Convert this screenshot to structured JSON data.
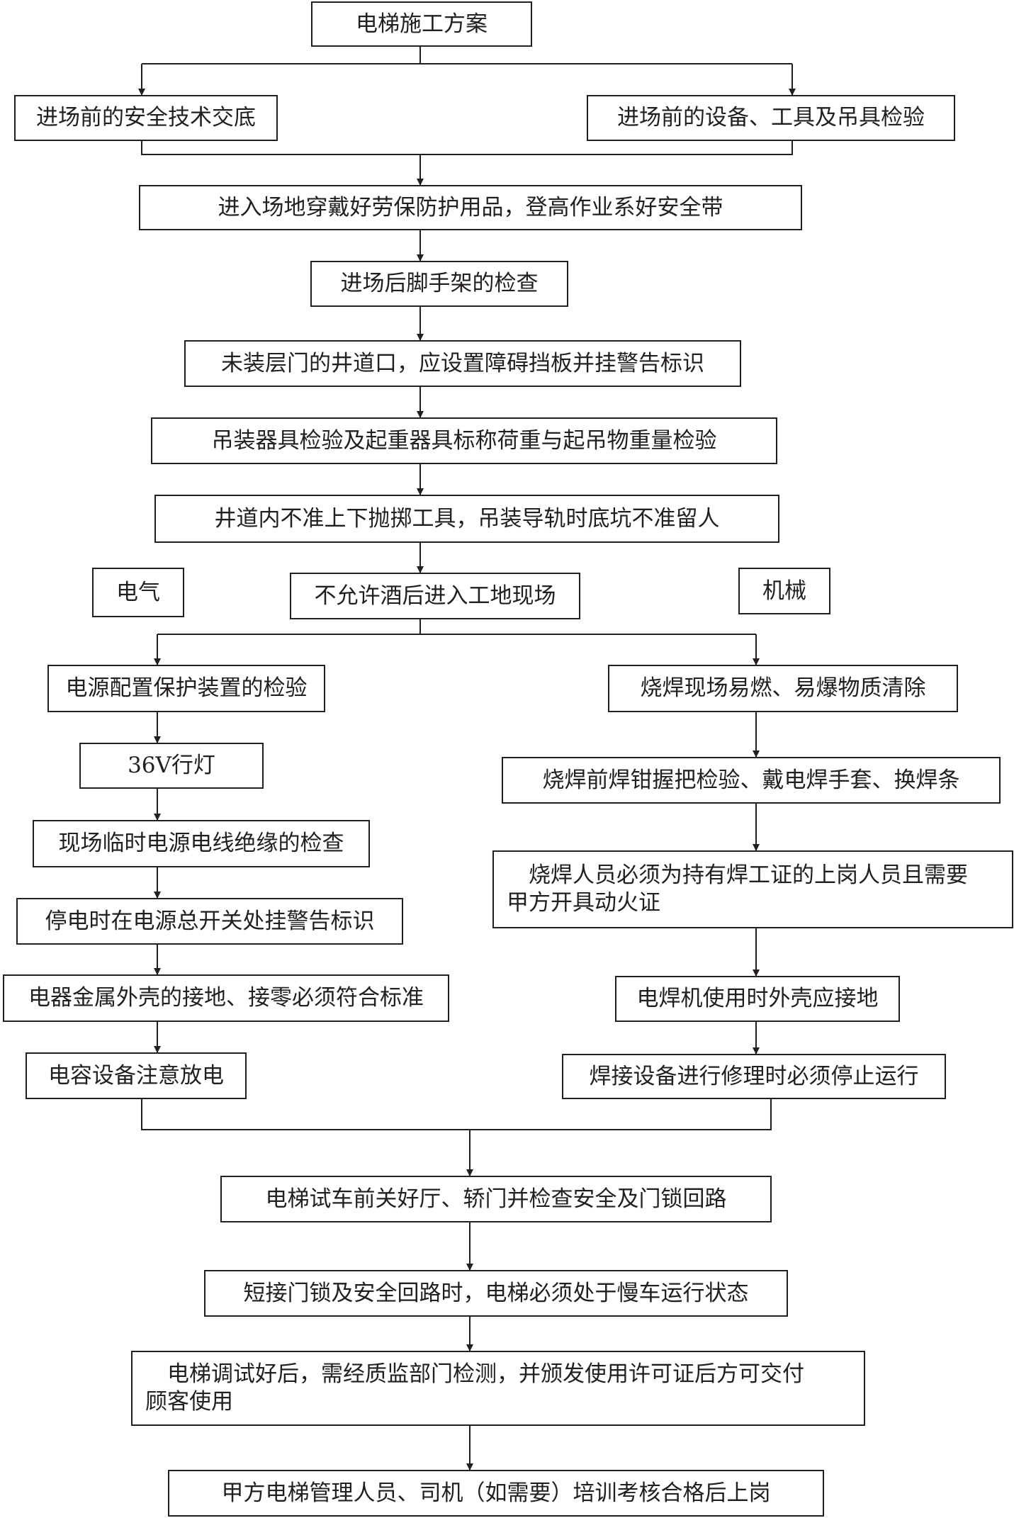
{
  "title": "电梯施工方案",
  "branch_labels": {
    "electrical": "电气",
    "mechanical": "机械"
  },
  "pre_entry": {
    "left": "进场前的安全技术交底",
    "right": "进场前的设备、工具及吊具检验"
  },
  "common_steps": [
    "进入场地穿戴好劳保防护用品，登高作业系好安全带",
    "进场后脚手架的检查",
    "未装层门的井道口，应设置障碍挡板并挂警告标识",
    "吊装器具检验及起重器具标称荷重与起吊物重量检验",
    "井道内不准上下抛掷工具，吊装导轨时底坑不准留人",
    "不允许酒后进入工地现场"
  ],
  "electrical_steps": [
    "电源配置保护装置的检验",
    "36V行灯",
    "现场临时电源电线绝缘的检查",
    "停电时在电源总开关处挂警告标识",
    "电器金属外壳的接地、接零必须符合标准",
    "电容设备注意放电"
  ],
  "mechanical_steps": [
    "烧焊现场易燃、易爆物质清除",
    "烧焊前焊钳握把检验、戴电焊手套、换焊条",
    "烧焊人员必须为持有焊工证的上岗人员且需要",
    "甲方开具动火证",
    "电焊机使用时外壳应接地",
    "焊接设备进行修理时必须停止运行"
  ],
  "final_steps": [
    "电梯试车前关好厅、轿门并检查安全及门锁回路",
    "短接门锁及安全回路时，电梯必须处于慢车运行状态",
    "电梯调试好后，需经质监部门检测，并颁发使用许可证后方可交付",
    "顾客使用",
    "甲方电梯管理人员、司机（如需要）培训考核合格后上岗"
  ]
}
